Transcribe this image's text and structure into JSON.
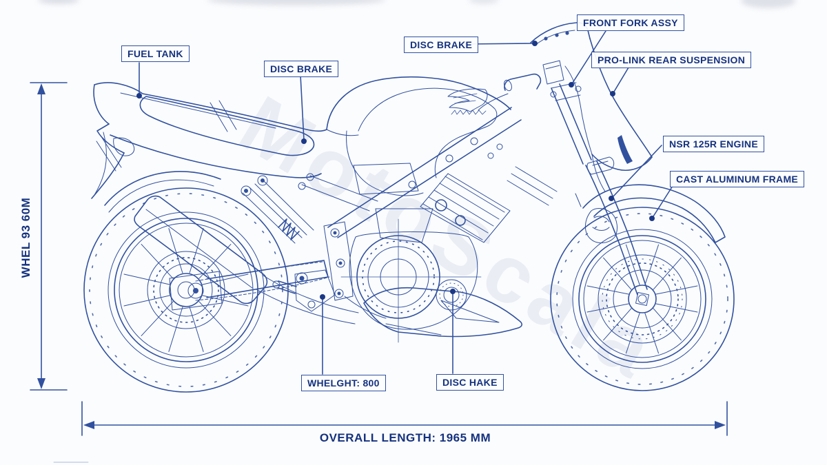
{
  "page": {
    "type": "technical-blueprint",
    "subject": "sport motorcycle side view schematic"
  },
  "colors": {
    "ink": "#31519f",
    "ink_dark": "#1b3886",
    "label_text": "#15327e",
    "watermark": "#8d9cc0",
    "background": "#fbfcfe"
  },
  "labels": {
    "fuel_tank": "FUEL TANK",
    "disc_brake_mid": "DISC BRAKE",
    "disc_brake_front_upper": "DISC BRAKE",
    "front_fork_assy": "FRONT FORK ASSY",
    "pro_link_rear_suspension": "PRO-LINK REAR SUSPENSION",
    "nsr_engine": "NSR 125R ENGINE",
    "cast_aluminum_frame": "CAST ALUMINUM FRAME",
    "weight": "WHELGHT: 800",
    "disc_hake": "DISC HAKE"
  },
  "dimensions": {
    "height": "WHEL 93 60M",
    "overall_length": "OVERALL LENGTH: 1965 MM"
  },
  "watermark_text": "MotoScala",
  "logo": {
    "icon": "honda-wing-logo"
  }
}
